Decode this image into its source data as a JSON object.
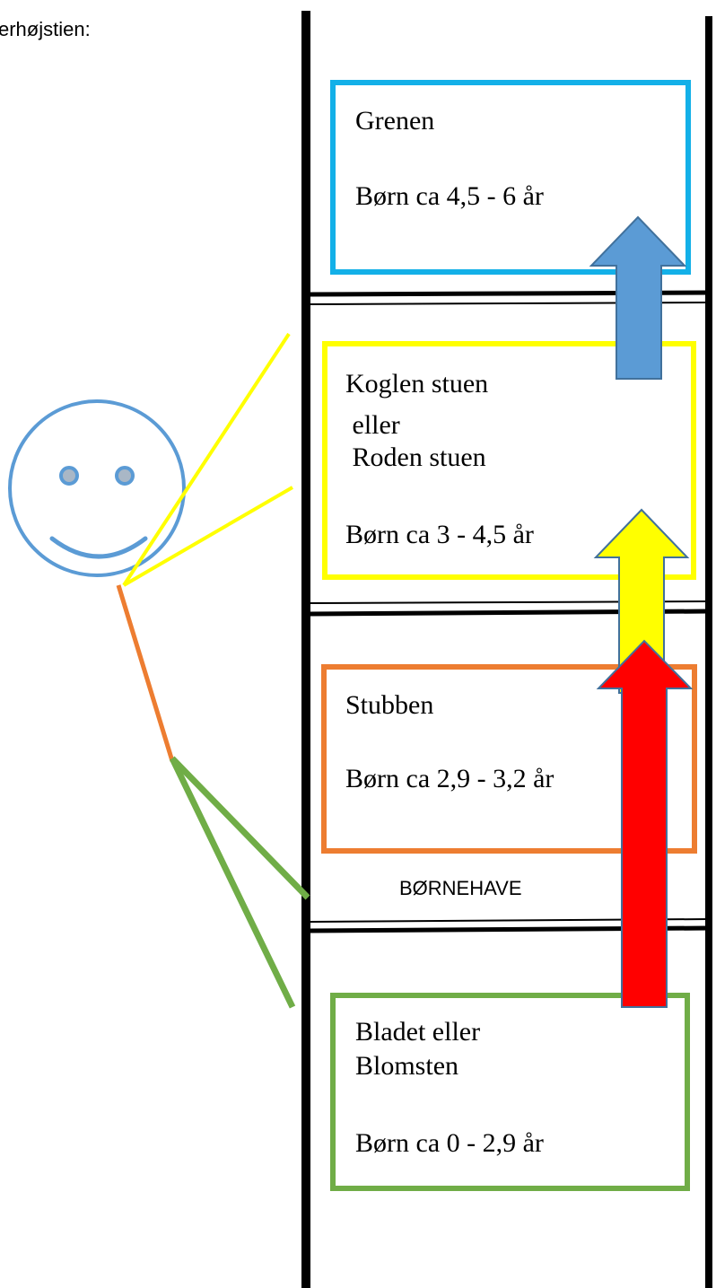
{
  "header": {
    "text": "erhøjstien:"
  },
  "boxes": {
    "grenen": {
      "name": "Grenen",
      "age": "Børn ca 4,5 - 6 år",
      "color": "#13b0e8"
    },
    "koglen": {
      "line1": "Koglen stuen",
      "line2": " eller",
      "line3": " Roden stuen",
      "age": "Børn ca 3 - 4,5 år",
      "color": "#ffff00"
    },
    "stubben": {
      "name": "Stubben",
      "age": "Børn ca 2,9 - 3,2 år",
      "color": "#ed7d31"
    },
    "bladet": {
      "line1": "Bladet eller",
      "line2": "Blomsten",
      "age": "Børn ca 0 - 2,9 år",
      "color": "#70ad47"
    }
  },
  "section_label": {
    "text": "BØRNEHAVE"
  },
  "arrows": {
    "blue": {
      "fill": "#5b9bd5"
    },
    "yellow": {
      "fill": "#ffff00"
    },
    "red": {
      "fill": "#ff0000"
    }
  },
  "figure": {
    "head_color": "#5b9bd5",
    "body_color": "#ed7d31",
    "legs_color": "#70ad47",
    "arms_color": "#ffff00"
  }
}
